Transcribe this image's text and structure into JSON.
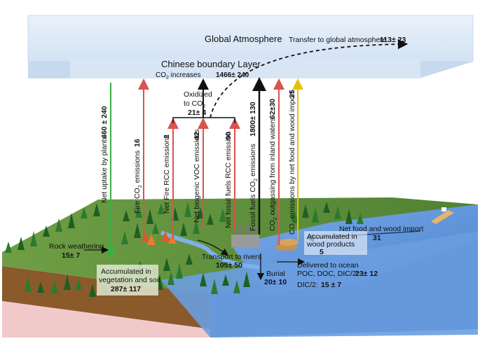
{
  "atmosphere": {
    "global_title": "Global Atmosphere",
    "transfer_label": "Transfer to global atmosphere",
    "transfer_value": "113± 23",
    "boundary_title": "Chinese boundary Layer",
    "co2_prefix": "CO",
    "co2_sub": "2",
    "co2_suffix": " increases",
    "co2_value": "1466± 240"
  },
  "oxidized": {
    "line1": "Oxidized",
    "line2_prefix": "to CO",
    "line2_sub": "2",
    "value": "21± 4"
  },
  "fluxes": {
    "net_uptake": {
      "label": "Net uptake by plants",
      "value": "460 ± 240",
      "color": "#3cb043"
    },
    "fire_co2": {
      "label_prefix": "Fire CO",
      "label_sub": "2",
      "label_suffix": " emissions",
      "value": "16",
      "color": "#d9534f"
    },
    "fire_rcc": {
      "label": "Net Fire RCC emissions",
      "value": "2",
      "color": "#d9534f"
    },
    "biogenic_voc": {
      "label": "Net biogenic VOC emissions",
      "value": "42",
      "color": "#d9534f"
    },
    "fossil_rcc": {
      "label": "Net fossil fuels RCC emission",
      "value": "90",
      "color": "#d9534f"
    },
    "fossil_co2": {
      "label_prefix": "Fossil fuels CO",
      "label_sub": "2",
      "label_suffix": " emissions",
      "value": "1800± 130",
      "color": "#111111"
    },
    "outgassing": {
      "label_prefix": "CO",
      "label_sub": "2",
      "label_suffix": " outgassing from inland waters",
      "value": "62±30",
      "color": "#d9534f"
    },
    "food_wood_emis": {
      "label_prefix": "CO",
      "label_sub": "2",
      "label_suffix": " emissions by net food and wood import",
      "value": "25",
      "color": "#e8c000"
    }
  },
  "land": {
    "rock_label": "Rock weathering",
    "rock_value": "15± 7",
    "veg_line1": "Accumulated in",
    "veg_line2": "vegetation and soil",
    "veg_value": "287± 117",
    "rivers_label": "Transport to rivers",
    "rivers_value": "105± 50",
    "burial_label": "Burial",
    "burial_value": "20± 10",
    "wood_line1": "Accumulated in",
    "wood_line2": "wood products",
    "wood_value": "5",
    "import_label": "Net food and wood import",
    "import_value": "31"
  },
  "ocean": {
    "delivered_line1": "Delivered to ocean",
    "delivered_line2": "POC, DOC, DIC/2:",
    "delivered_value": "23± 12",
    "dic_label": "DIC/2:",
    "dic_value": "15 ± 7"
  },
  "colors": {
    "sky": "#dce8f6",
    "land": "#5b8c3a",
    "ocean": "#5b8fd6",
    "red_arrow": "#d9534f",
    "green_arrow": "#3cb043",
    "yellow_arrow": "#e8c000"
  }
}
